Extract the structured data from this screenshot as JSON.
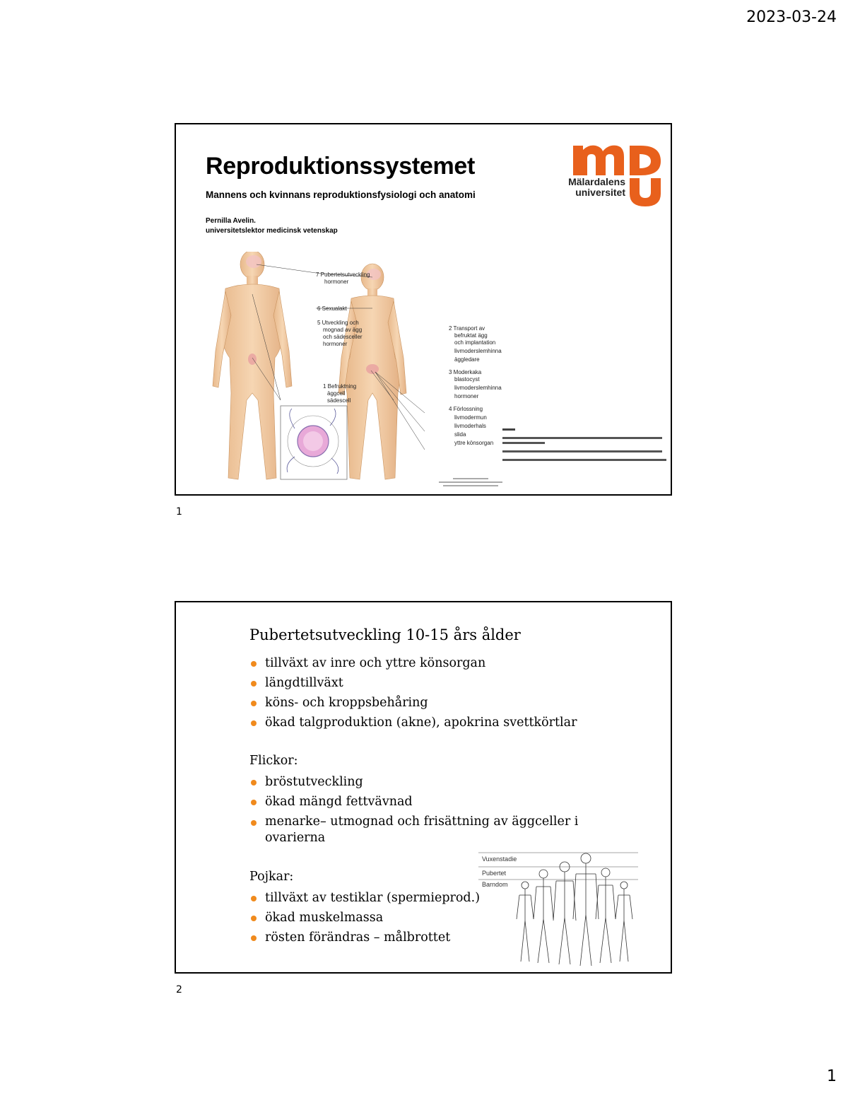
{
  "page": {
    "date": "2023-03-24",
    "number": "1"
  },
  "slides": [
    {
      "index": "1",
      "title": "Reproduktionssystemet",
      "subtitle": "Mannens och kvinnans reproduktionsfysiologi och anatomi",
      "author_name": "Pernilla Avelin.",
      "author_role": "universitetslektor medicinsk vetenskap",
      "logo": {
        "line1": "Mälardalens",
        "line2": "universitet",
        "color": "#e8601c"
      },
      "figure_labels": [
        "7 Pubertetsutveckling",
        "hormoner",
        "6 Sexualakt",
        "5 Utveckling och",
        "mognad av ägg",
        "och sädesceller",
        "hormoner",
        "1 Befruktning",
        "äggcell",
        "sädescell",
        "2 Transport av",
        "befruktat ägg",
        "och implantation",
        "livmoderslemhinna",
        "äggledare",
        "3 Moderkaka",
        "blastocyst",
        "livmoderslemhinna",
        "hormoner",
        "4 Förlossning",
        "livmodermun",
        "livmoderhals",
        "slida",
        "yttre könsorgan"
      ]
    },
    {
      "index": "2",
      "title": "Pubertetsutveckling 10-15 års ålder",
      "general_items": [
        "tillväxt av inre och yttre könsorgan",
        "längdtillväxt",
        "köns- och kroppsbehåring",
        "ökad talgproduktion (akne), apokrina svettkörtlar"
      ],
      "girls_heading": "Flickor:",
      "girls_items": [
        "bröstutveckling",
        "ökad mängd fettvävnad",
        "menarke– utmognad och frisättning av äggceller i ovarierna"
      ],
      "boys_heading": "Pojkar:",
      "boys_items": [
        "tillväxt av testiklar (spermieprod.)",
        "ökad muskelmassa",
        "rösten förändras – målbrottet"
      ],
      "stage_labels": [
        "Vuxenstadie",
        "Pubertet",
        "Barndom"
      ],
      "bullet_color": "#f08a1d"
    }
  ]
}
